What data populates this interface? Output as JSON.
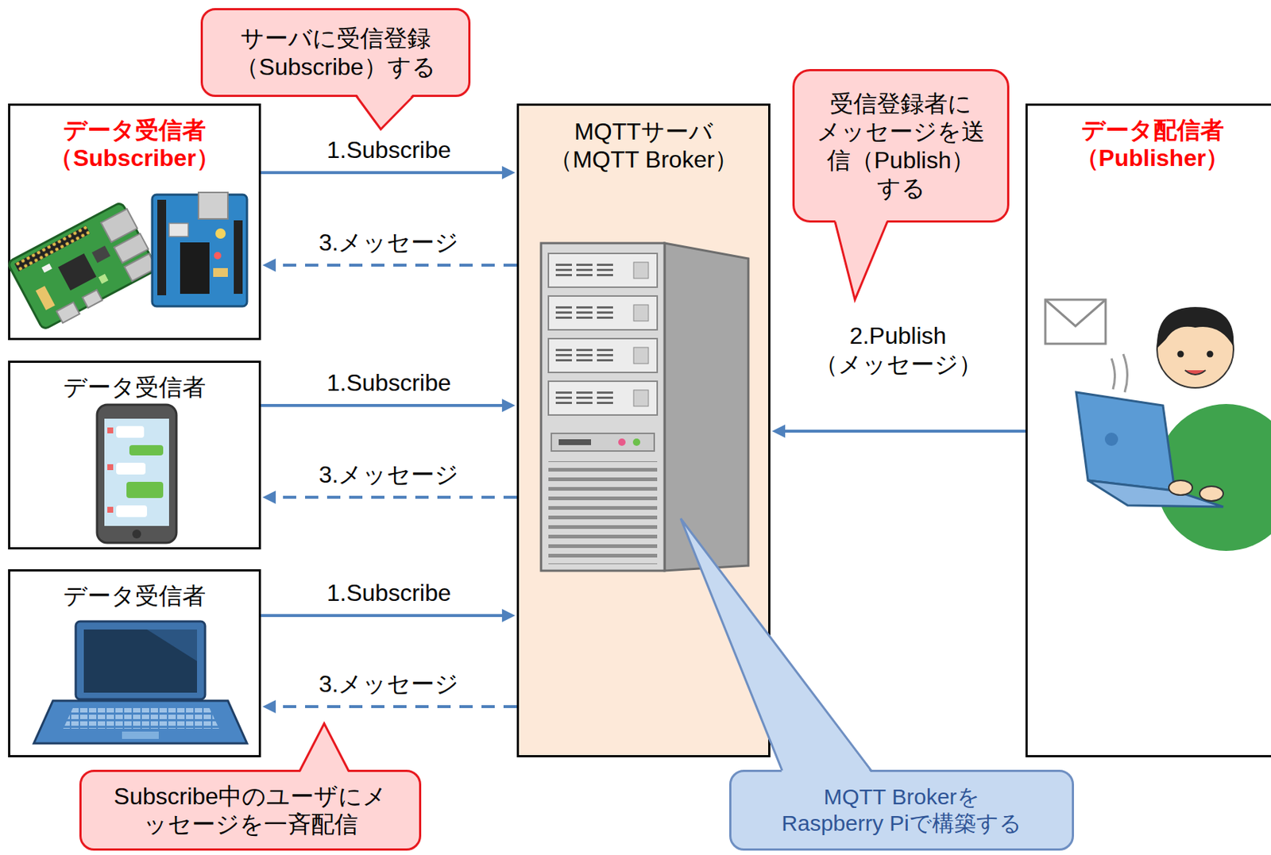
{
  "diagram": {
    "nodes": [
      {
        "text": [
          "データ受信者 （Subscriber）"
        ]
      },
      {
        "text": [
          "データ受信者"
        ]
      },
      {
        "text": [
          "データ受信者"
        ]
      },
      {
        "text": [
          "MQTTサーバ （MQTT Broker）"
        ]
      },
      {
        "text": [
          "データ配信者 （Publisher）"
        ]
      },
      {
        "text": [
          "サーバに受信登録 （Subscribe）する"
        ]
      },
      {
        "text": [
          "受信登録者に メッセージを送 信（Publish） する"
        ]
      },
      {
        "text": [
          "Subscribe中のユーザにメ ッセージを一斉配信"
        ]
      },
      {
        "text": [
          "MQTT Brokerを Raspberry Piで構築する"
        ]
      }
    ],
    "edges": [
      {
        "from": 0,
        "to": 3,
        "label": "1.Subscribe",
        "arrow": "to"
      },
      {
        "from": 3,
        "to": 0,
        "label": "3.メッセージ",
        "arrow": "to"
      },
      {
        "from": 1,
        "to": 3,
        "label": "1.Subscribe",
        "arrow": "to"
      },
      {
        "from": 3,
        "to": 1,
        "label": "3.メッセージ",
        "arrow": "to"
      },
      {
        "from": 2,
        "to": 3,
        "label": "1.Subscribe",
        "arrow": "to"
      },
      {
        "from": 3,
        "to": 2,
        "label": "3.メッセージ",
        "arrow": "to"
      },
      {
        "from": 4,
        "to": 3,
        "label": "2.Publish （メッセージ）",
        "arrow": "to"
      }
    ]
  }
}
